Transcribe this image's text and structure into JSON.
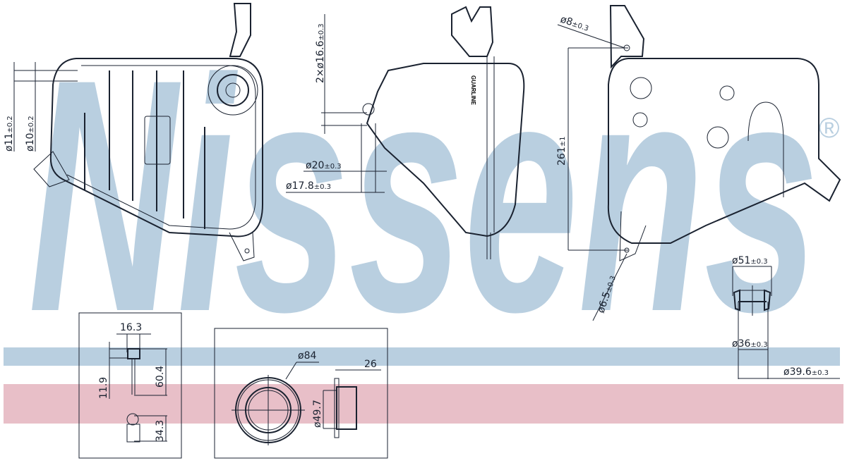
{
  "watermark": {
    "brand": "Nissens",
    "registered_mark": "®",
    "color": "#b9cfe0"
  },
  "bands": {
    "blue": "#b9cfe0",
    "pink": "#e8bfc8"
  },
  "views": {
    "front": {
      "dims": [
        {
          "value": "ø11",
          "tol": "±0.2"
        },
        {
          "value": "ø10",
          "tol": "±0.2"
        }
      ]
    },
    "side": {
      "dims": [
        {
          "value": "2×ø16.6",
          "tol": "±0.3"
        },
        {
          "value": "ø20",
          "tol": "±0.3"
        },
        {
          "value": "ø17.8",
          "tol": "±0.3"
        }
      ],
      "embossed_label": "GUARLINE"
    },
    "back": {
      "dims": [
        {
          "value": "ø8",
          "tol": "±0.3"
        },
        {
          "value": "261",
          "tol": "±1"
        },
        {
          "value": "ø6.5",
          "tol": "±0.3"
        }
      ]
    },
    "neck": {
      "dims": [
        {
          "value": "ø51",
          "tol": "±0.3"
        },
        {
          "value": "ø36",
          "tol": "±0.3"
        },
        {
          "value": "ø39.6",
          "tol": "±0.3"
        }
      ]
    },
    "sensor": {
      "dims": [
        "16.3",
        "11.9",
        "60.4",
        "34.3"
      ]
    },
    "cap": {
      "dims": [
        "ø84",
        "26",
        "ø49.7"
      ]
    }
  }
}
